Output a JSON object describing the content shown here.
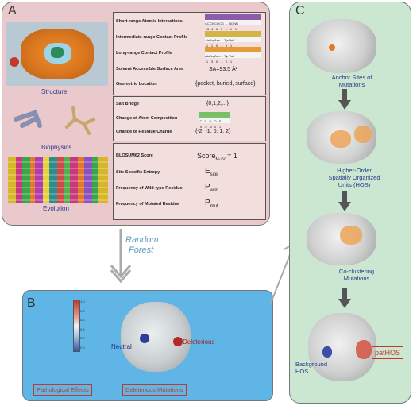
{
  "panel_a": {
    "label": "A",
    "structure_caption": "Structure",
    "biophysics_caption": "Biophysics",
    "evolution_caption": "Evolution",
    "group1": [
      {
        "feature": "Short-range Atomic Interactions",
        "value": ""
      },
      {
        "feature": "Intermediate-range Contact Profile",
        "value": ""
      },
      {
        "feature": "Long-range Contact Profile",
        "value": ""
      },
      {
        "feature": "Solvent Accessible Surface Area",
        "value": "SA=93.5 Å²"
      },
      {
        "feature": "Geometric Location",
        "value": "{pocket, buried, surface}"
      }
    ],
    "group2": [
      {
        "feature": "Salt Bridge",
        "value": "{0,1,2,...}"
      },
      {
        "feature": "Change of Atom Composition",
        "value": ""
      },
      {
        "feature": "Change of Residue Charge",
        "value": "{-2, -1, 0, 1, 2}"
      }
    ],
    "group3": [
      {
        "feature": "BLOSUM62 Score",
        "value": "Score",
        "sub": "M->V",
        "suffix": "= 1"
      },
      {
        "feature": "Site-Specific Entropy",
        "value": "E",
        "sub": "site",
        "suffix": ""
      },
      {
        "feature": "Frequency of Wild-type Residue",
        "value": "P",
        "sub": "wild",
        "suffix": ""
      },
      {
        "feature": "Frequency of Mutated Residue",
        "value": "P",
        "sub": "mut",
        "suffix": ""
      }
    ],
    "mini_tables": {
      "short": {
        "headers": [
          "CC",
          "CN",
          "CO",
          "CS",
          "...",
          "NO",
          "NN"
        ],
        "row": [
          "13",
          "4",
          "6",
          "0",
          "...",
          "1",
          "1"
        ]
      },
      "inter": {
        "headers": [
          "Ala",
          "Arg",
          "Asn",
          "...",
          "Tyr",
          "Val"
        ],
        "row": [
          "1",
          "1",
          "0",
          "...",
          "0",
          "1"
        ]
      },
      "long": {
        "headers": [
          "Ala",
          "Arg",
          "Asn",
          "...",
          "Tyr",
          "Val"
        ],
        "row": [
          "1",
          "3",
          "0",
          "...",
          "0",
          "1"
        ]
      },
      "atom": {
        "headers": [
          "C",
          "C",
          "N",
          "O",
          "S"
        ],
        "row": [
          "0",
          "-2",
          "-3",
          "0",
          "1"
        ]
      }
    }
  },
  "arrow_label": {
    "line1": "Random",
    "line2": "Forest"
  },
  "panel_b": {
    "label": "B",
    "colorbar_ticks": [
      "1.0",
      "0.8",
      "0.6",
      "0.4",
      "0.2",
      "0.0"
    ],
    "neutral": "Neutral",
    "deleterious": "Deleterious",
    "box1": "Pathological Effects",
    "box2": "Deleterious Mutations"
  },
  "panel_c": {
    "label": "C",
    "step1": "Anchor Sites of Mutations",
    "step2_lines": [
      "Higher-Order",
      "Spatially Organized",
      "Units (HOS)"
    ],
    "step3_lines": [
      "Co-clustering",
      "Mutations"
    ],
    "background": [
      "Background",
      "HOS"
    ],
    "pathos": "patHOS"
  }
}
